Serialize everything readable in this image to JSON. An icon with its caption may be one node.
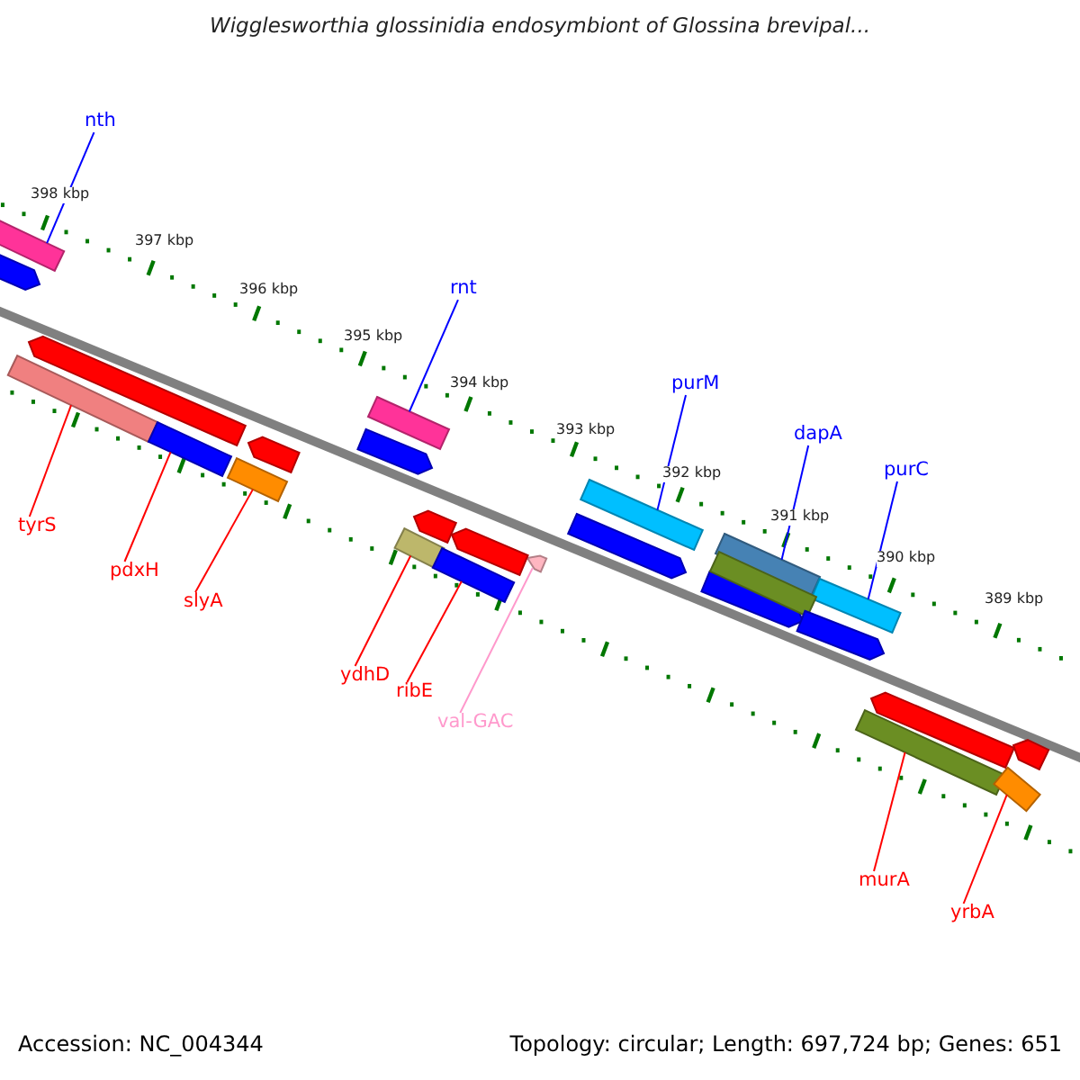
{
  "diagram": {
    "title": "Wigglesworthia glossinidia endosymbiont of Glossina brevipal...",
    "nodes": [
      {
        "text": [
          "nth"
        ]
      },
      {
        "text": [],
        "shape": "bar"
      },
      {
        "text": [
          "rnt"
        ]
      },
      {
        "text": [],
        "shape": "bar"
      },
      {
        "text": [
          "purM"
        ]
      },
      {
        "text": [],
        "shape": "bar"
      },
      {
        "text": [
          "dapA"
        ]
      },
      {
        "text": [],
        "shape": "bar"
      },
      {
        "text": [
          "purC"
        ]
      },
      {
        "text": [],
        "shape": "bar"
      },
      {
        "text": [
          "tyrS"
        ]
      },
      {
        "text": [],
        "shape": "bar"
      },
      {
        "text": [
          "pdxH"
        ]
      },
      {
        "text": [],
        "shape": "bar"
      },
      {
        "text": [
          "slyA"
        ]
      },
      {
        "text": [],
        "shape": "bar"
      },
      {
        "text": [
          "ydhD"
        ]
      },
      {
        "text": [],
        "shape": "bar"
      },
      {
        "text": [
          "ribE"
        ]
      },
      {
        "text": [],
        "shape": "bar"
      },
      {
        "text": [
          "val-GAC"
        ]
      },
      {
        "text": [],
        "shape": "bar"
      },
      {
        "text": [
          "murA"
        ]
      },
      {
        "text": [],
        "shape": "bar"
      },
      {
        "text": [
          "yrbA"
        ]
      },
      {
        "text": [],
        "shape": "bar"
      },
      {
        "text": [],
        "shape": "bar"
      },
      {
        "text": [],
        "shape": "bar"
      },
      {
        "text": [],
        "shape": "bar"
      },
      {
        "text": [],
        "shape": "bar"
      },
      {
        "text": [],
        "shape": "bar"
      },
      {
        "text": [],
        "shape": "bar"
      },
      {
        "text": [],
        "shape": "bar"
      },
      {
        "text": [],
        "shape": "bar"
      },
      {
        "text": [],
        "shape": "bar"
      },
      {
        "text": [],
        "shape": "bar"
      },
      {
        "text": [],
        "shape": "bar"
      },
      {
        "text": [],
        "shape": "bar"
      }
    ],
    "edges": [
      {
        "from": 0,
        "to": 1,
        "arrow": "none",
        "color": "#0000ff"
      },
      {
        "from": 2,
        "to": 3,
        "arrow": "none",
        "color": "#0000ff"
      },
      {
        "from": 4,
        "to": 5,
        "arrow": "none",
        "color": "#0000ff"
      },
      {
        "from": 6,
        "to": 7,
        "arrow": "none",
        "color": "#0000ff"
      },
      {
        "from": 8,
        "to": 9,
        "arrow": "none",
        "color": "#0000ff"
      },
      {
        "from": 10,
        "to": 11,
        "arrow": "none"
      },
      {
        "from": 12,
        "to": 13,
        "arrow": "none"
      },
      {
        "from": 14,
        "to": 15,
        "arrow": "none"
      },
      {
        "from": 16,
        "to": 17,
        "arrow": "none"
      },
      {
        "from": 18,
        "to": 19,
        "arrow": "none"
      },
      {
        "from": 20,
        "to": 21,
        "arrow": "none",
        "color": "#ff99cc"
      },
      {
        "from": 22,
        "to": 23,
        "arrow": "none"
      },
      {
        "from": 24,
        "to": 25,
        "arrow": "none"
      }
    ],
    "labels": [
      "398 kbp",
      "397 kbp",
      "396 kbp",
      "395 kbp",
      "394 kbp",
      "393 kbp",
      "392 kbp",
      "391 kbp",
      "390 kbp",
      "389 kbp",
      "Accession: NC_004344",
      "Topology: circular; Length: 697,724 bp; Genes: 651"
    ]
  }
}
